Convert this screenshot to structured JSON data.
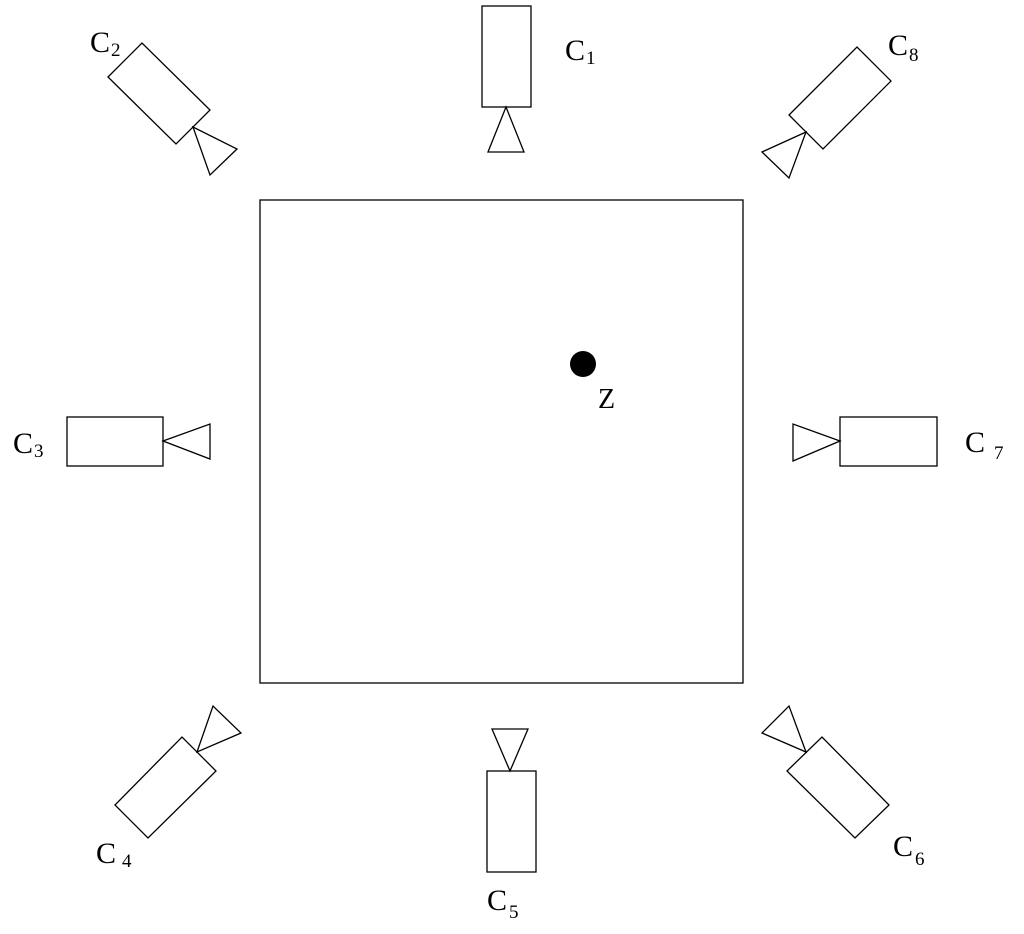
{
  "diagram": {
    "target_point": {
      "label": "Z"
    },
    "cameras": [
      {
        "letter": "C",
        "index": "1"
      },
      {
        "letter": "C",
        "index": "2"
      },
      {
        "letter": "C",
        "index": "3"
      },
      {
        "letter": "C",
        "index": "4"
      },
      {
        "letter": "C",
        "index": "5"
      },
      {
        "letter": "C",
        "index": "6"
      },
      {
        "letter": "C",
        "index": "7"
      },
      {
        "letter": "C",
        "index": "8"
      }
    ],
    "colors": {
      "line": "#000000",
      "background": "#ffffff",
      "point": "#000000"
    }
  }
}
